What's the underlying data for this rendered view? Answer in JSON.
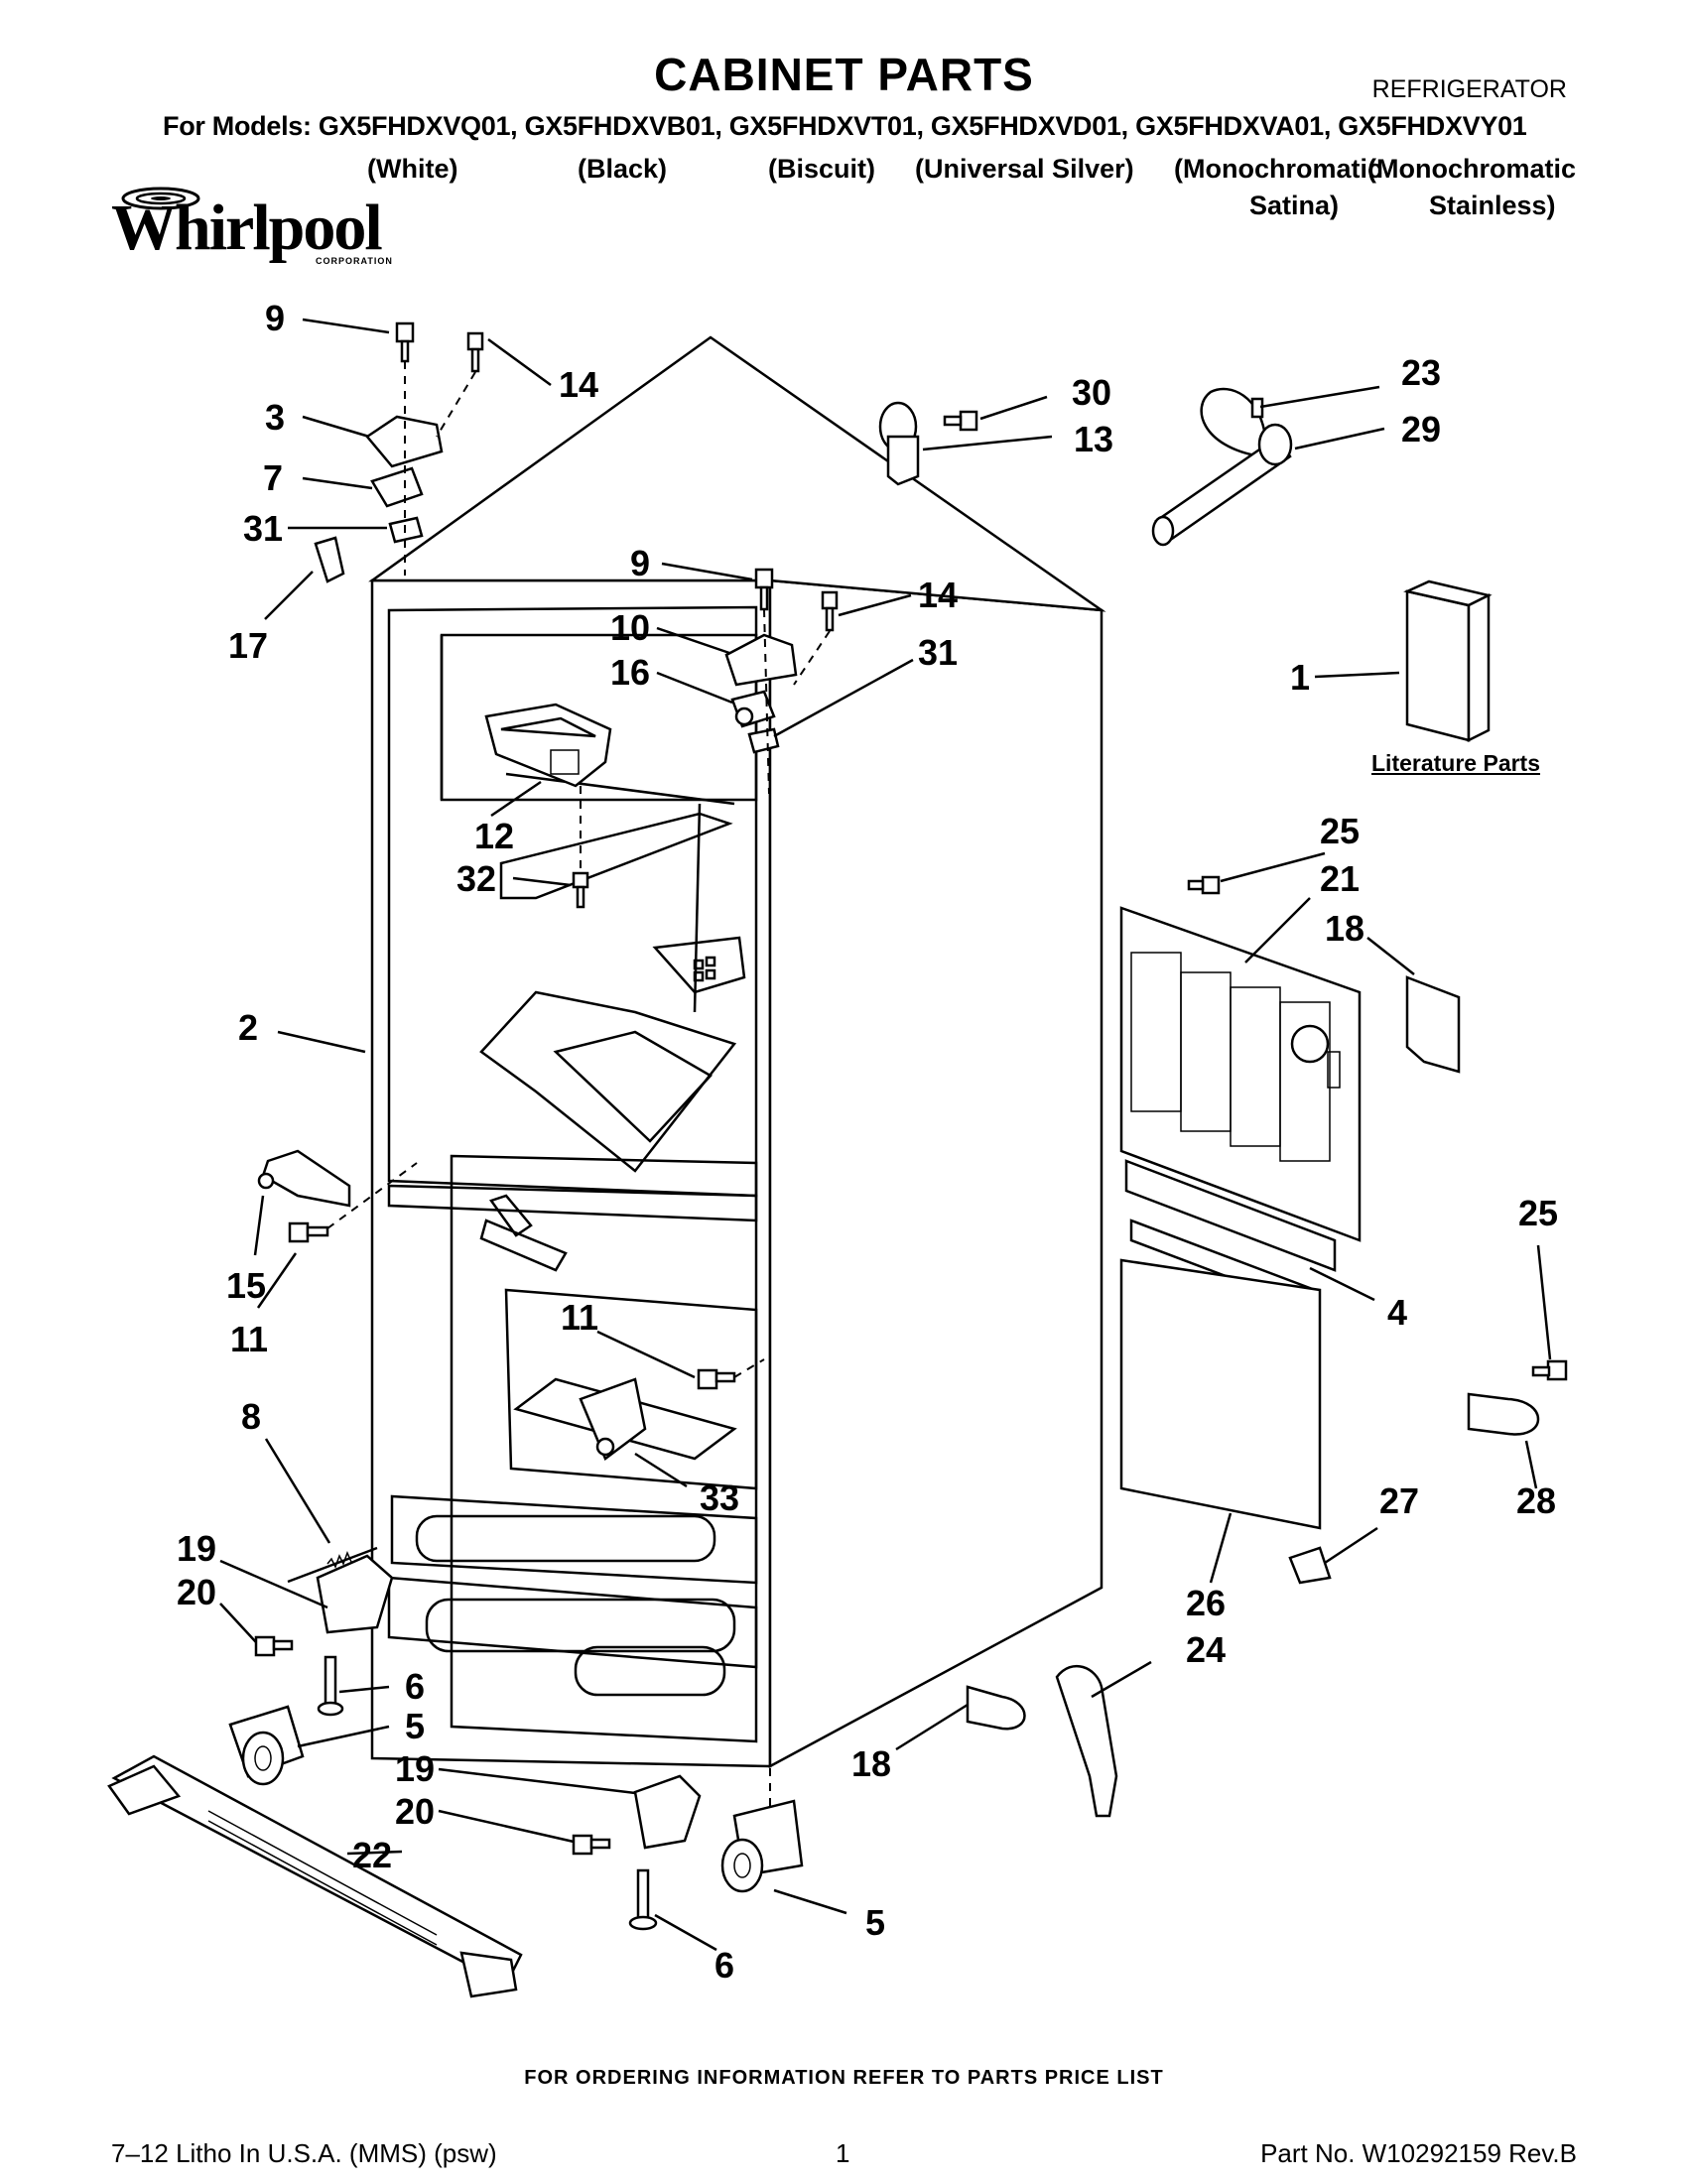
{
  "header": {
    "title": "CABINET PARTS",
    "subtitle": "REFRIGERATOR",
    "models_line": "For Models: GX5FHDXVQ01, GX5FHDXVB01, GX5FHDXVT01, GX5FHDXVD01, GX5FHDXVA01, GX5FHDXVY01",
    "variants": {
      "white": "(White)",
      "black": "(Black)",
      "biscuit": "(Biscuit)",
      "universal_silver": "(Universal Silver)",
      "mono_satina_1": "(Monochromatic",
      "mono_stainless_1": "(Monochromatic",
      "mono_satina_2": "Satina)",
      "mono_stainless_2": "Stainless)"
    }
  },
  "brand": {
    "name": "Whirlpool",
    "corp": "CORPORATION",
    "logo_icon": "whirlpool-swirl-icon"
  },
  "literature": {
    "label": "Literature Parts"
  },
  "callouts": {
    "c9a": "9",
    "c14a": "14",
    "c3": "3",
    "c7": "7",
    "c31a": "31",
    "c17": "17",
    "c30": "30",
    "c13": "13",
    "c23": "23",
    "c29": "29",
    "c9b": "9",
    "c10": "10",
    "c16": "16",
    "c14b": "14",
    "c31b": "31",
    "c1": "1",
    "c12": "12",
    "c32": "32",
    "c25a": "25",
    "c21": "21",
    "c18a": "18",
    "c2": "2",
    "c15": "15",
    "c11a": "11",
    "c11b": "11",
    "c25b": "25",
    "c4": "4",
    "c8": "8",
    "c33": "33",
    "c28": "28",
    "c27": "27",
    "c19a": "19",
    "c20a": "20",
    "c26": "26",
    "c24": "24",
    "c6a": "6",
    "c5a": "5",
    "c19b": "19",
    "c20b": "20",
    "c22": "22",
    "c18b": "18",
    "c5b": "5",
    "c6b": "6"
  },
  "footer": {
    "ordering_note": "FOR ORDERING INFORMATION REFER TO PARTS PRICE LIST",
    "litho": "7–12 Litho In U.S.A. (MMS) (psw)",
    "page_number": "1",
    "part_number": "Part No. W10292159 Rev.B"
  }
}
